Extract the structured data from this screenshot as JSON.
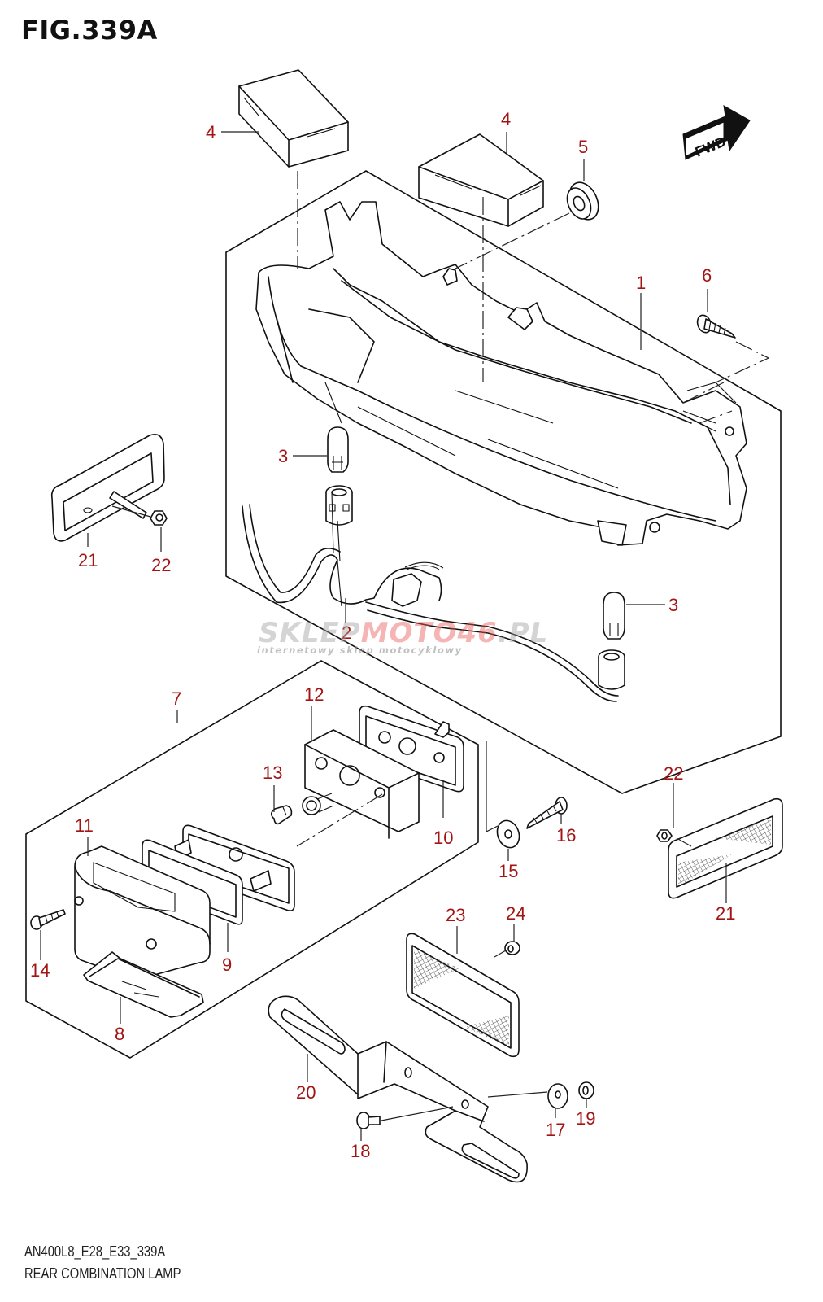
{
  "figure": {
    "title": "FIG.339A",
    "code": "AN400L8_E28_E33_339A",
    "name": "REAR COMBINATION LAMP"
  },
  "orientation": {
    "icon": "fwd-arrow-icon",
    "label": "FWD"
  },
  "watermark": {
    "part1": "SKLEP",
    "part2": "MOTO",
    "part3": "46",
    "part4": ".PL",
    "subtitle": "internetowy sklep motocyklowy"
  },
  "callouts": {
    "c1": "1",
    "c2": "2",
    "c3a": "3",
    "c3b": "3",
    "c4a": "4",
    "c4b": "4",
    "c5": "5",
    "c6": "6",
    "c7": "7",
    "c8": "8",
    "c9": "9",
    "c10": "10",
    "c11": "11",
    "c12": "12",
    "c13": "13",
    "c14": "14",
    "c15": "15",
    "c16": "16",
    "c17": "17",
    "c18": "18",
    "c19": "19",
    "c20": "20",
    "c21a": "21",
    "c21b": "21",
    "c22a": "22",
    "c22b": "22",
    "c23": "23",
    "c24": "24"
  },
  "colors": {
    "callout": "#a31515",
    "line": "#111111"
  }
}
